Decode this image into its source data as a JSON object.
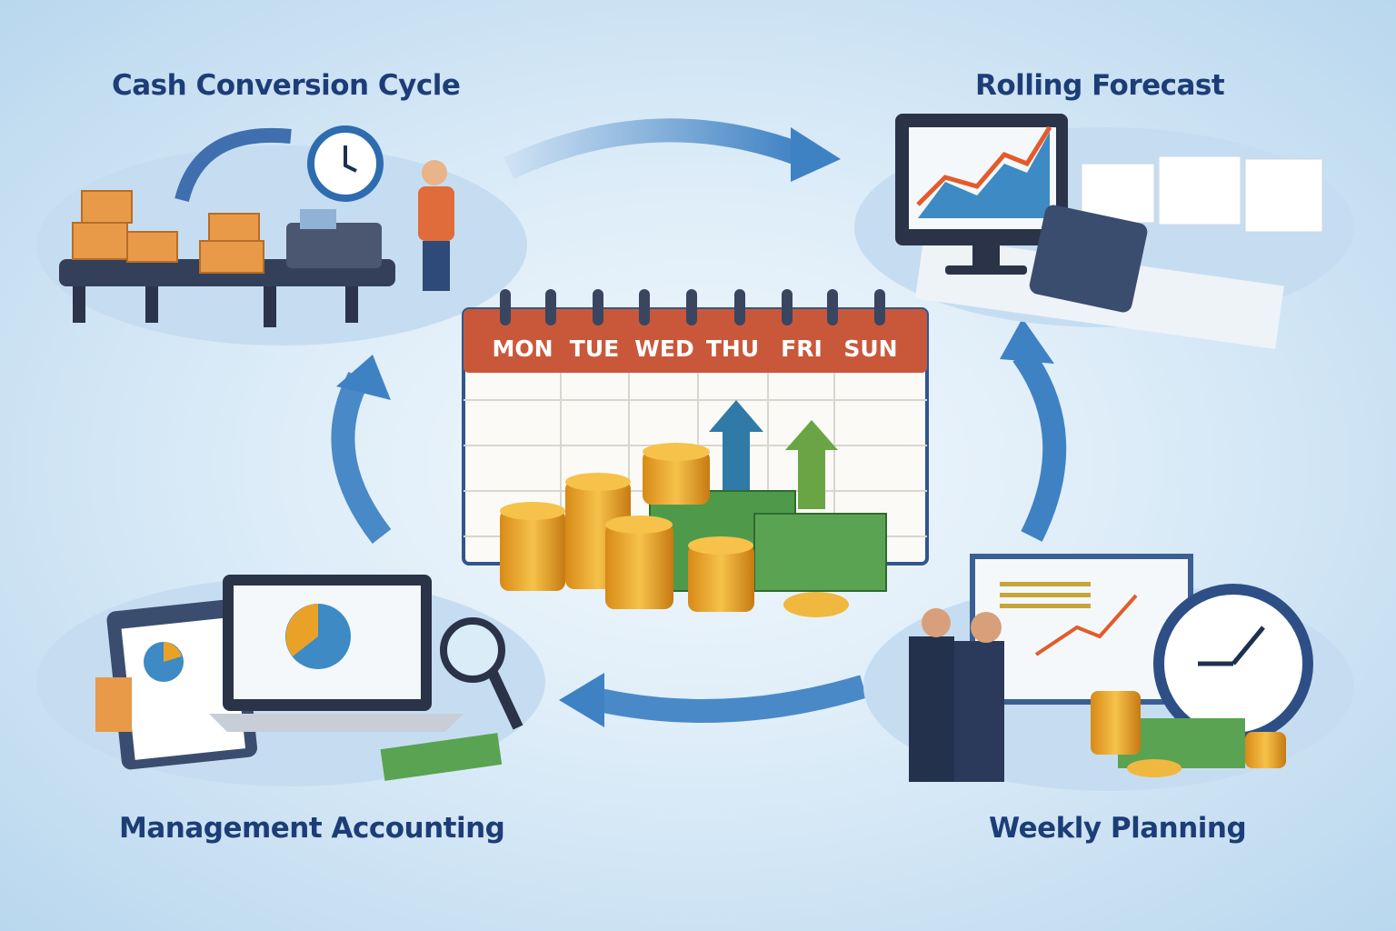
{
  "sections": {
    "top_left": {
      "title": "Cash Conversion Cycle"
    },
    "top_right": {
      "title": "Rolling Forecast"
    },
    "bottom_left": {
      "title": "Management Accounting"
    },
    "bottom_right": {
      "title": "Weekly Planning"
    }
  },
  "calendar": {
    "days": [
      "MON",
      "TUE",
      "WED",
      "THU",
      "FRI",
      "SUN"
    ]
  },
  "colors": {
    "title": "#1d3d78",
    "arrow": "#3f82c4",
    "calendar_header": "#c9583a",
    "coin": "#e9a227",
    "cash": "#4f9a4a"
  }
}
